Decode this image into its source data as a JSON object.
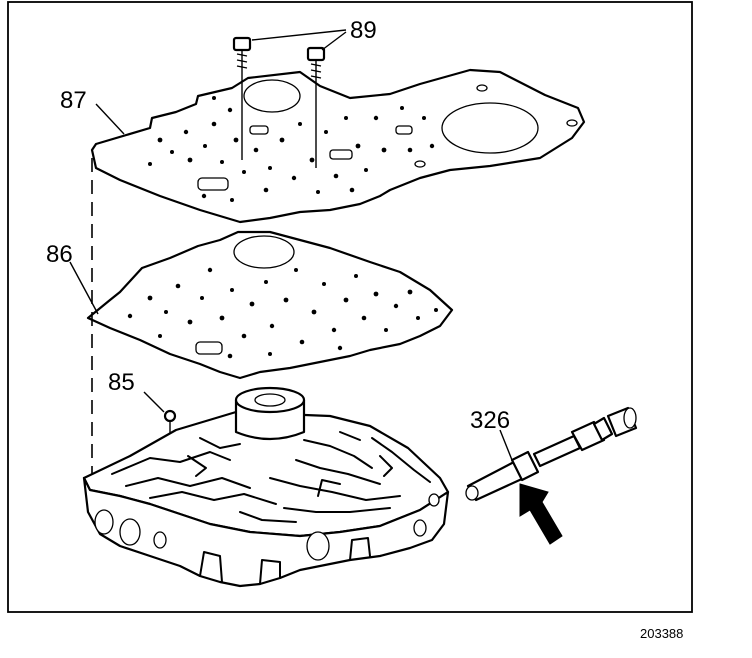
{
  "figure": {
    "callouts": {
      "spacer_plate_gasket": "87",
      "bolts": "89",
      "spacer_plate": "86",
      "check_ball": "85",
      "valve": "326"
    },
    "figure_id": "203388"
  },
  "colors": {
    "line": "#000000",
    "background": "#ffffff"
  }
}
